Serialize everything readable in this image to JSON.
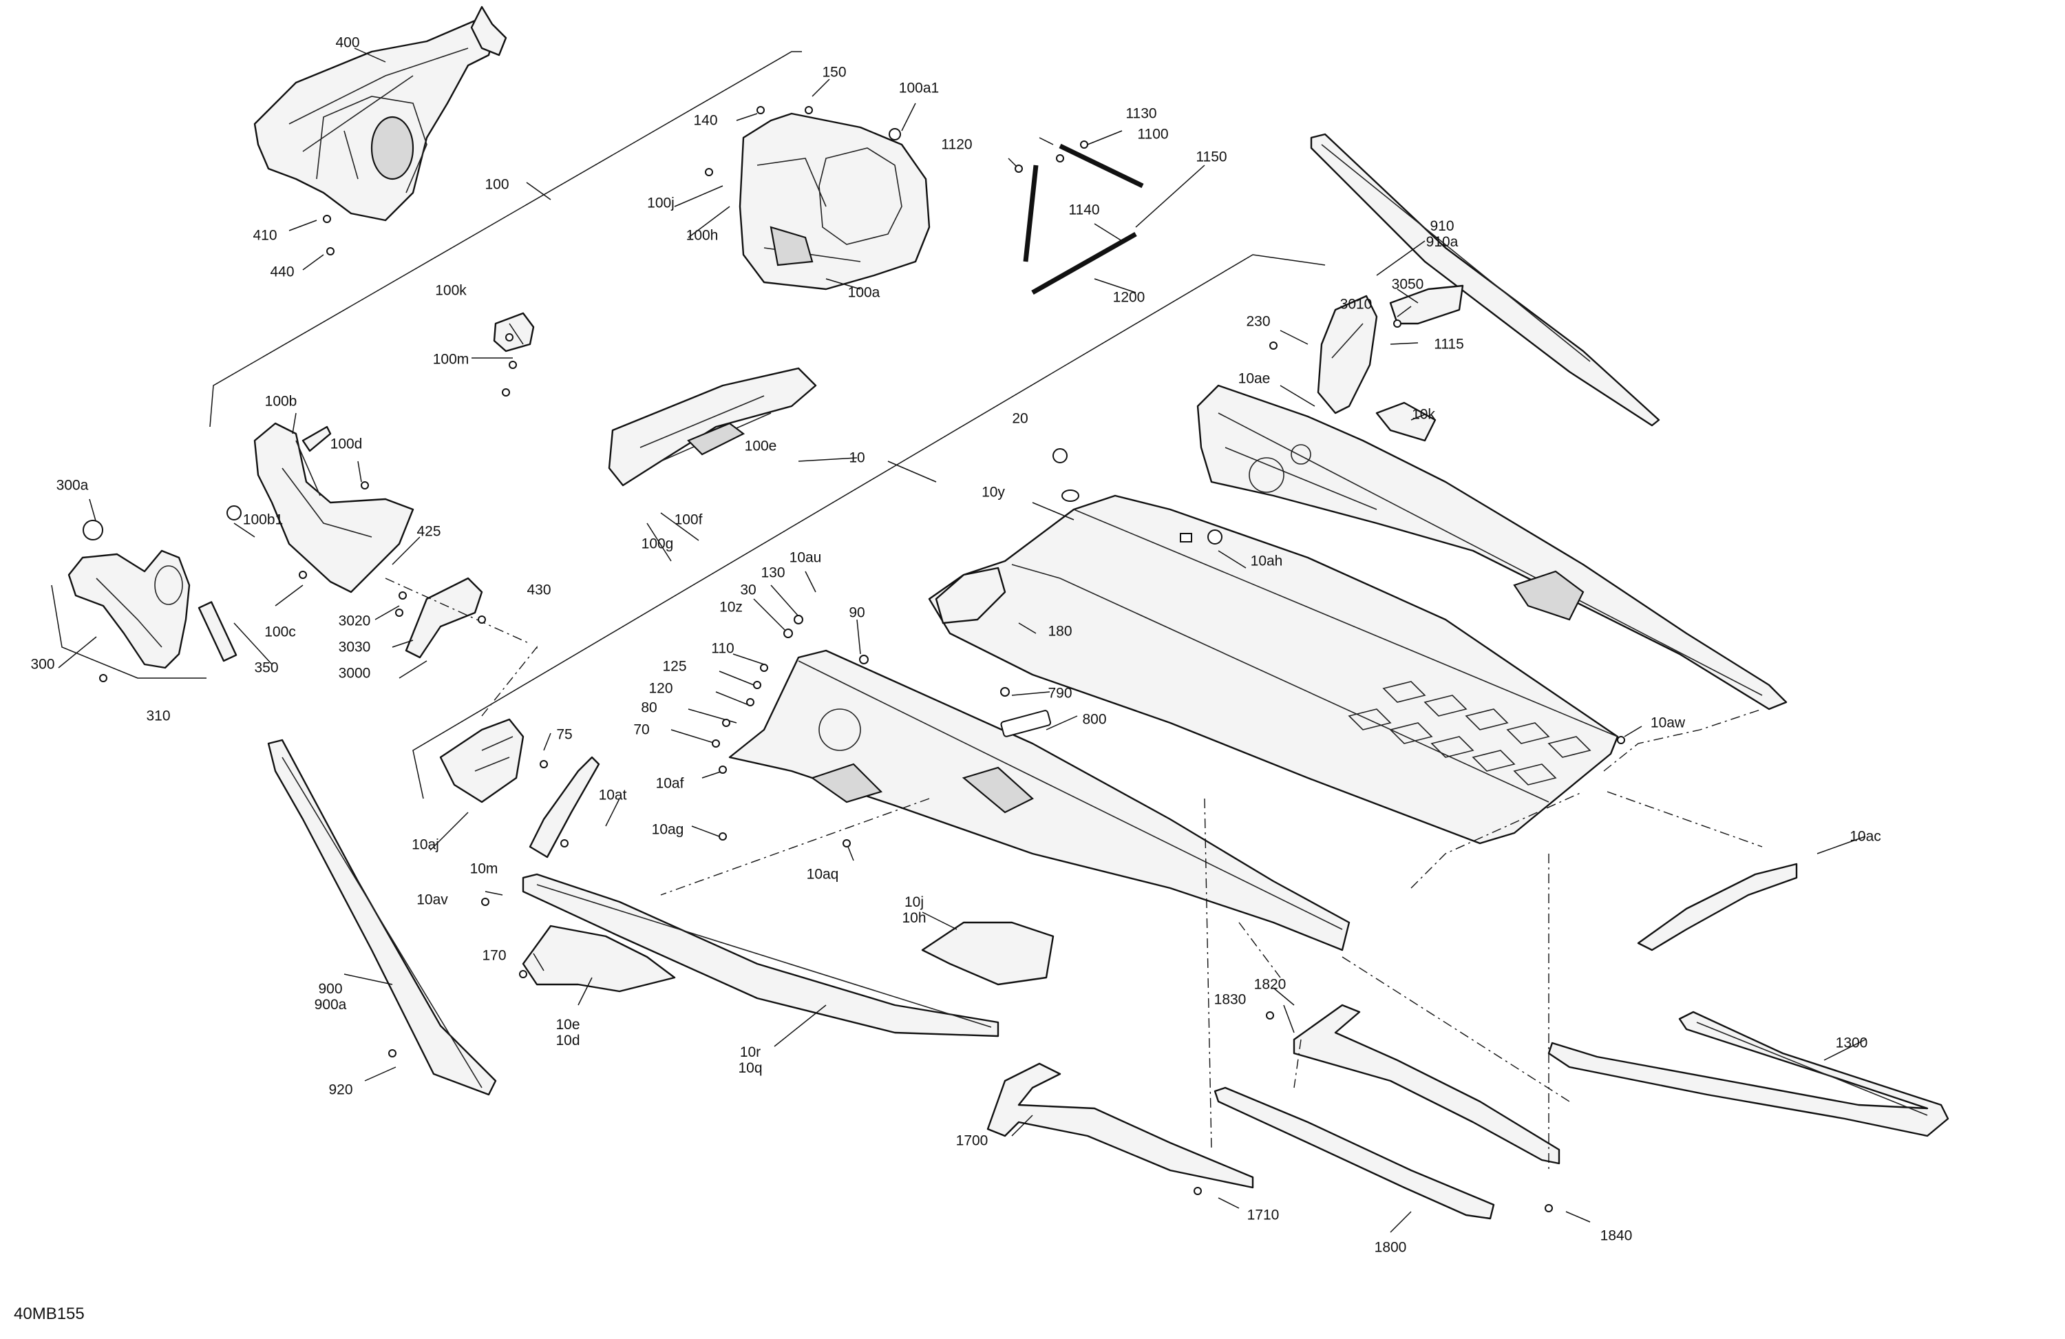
{
  "diagram_id": "40MB155",
  "callouts": [
    "400",
    "150",
    "100a1",
    "1130",
    "1120",
    "1100",
    "140",
    "100",
    "100j",
    "1140",
    "1150",
    "100h",
    "410",
    "100a",
    "440",
    "1200",
    "910",
    "910a",
    "3050",
    "230",
    "3010",
    "100k",
    "1115",
    "100m",
    "10ae",
    "10k",
    "100b",
    "100e",
    "20",
    "100d",
    "10",
    "10y",
    "300a",
    "100f",
    "100b1",
    "10ah",
    "425",
    "100g",
    "10au",
    "130",
    "30",
    "10z",
    "90",
    "430",
    "3020",
    "100c",
    "180",
    "3030",
    "300",
    "350",
    "3000",
    "110",
    "125",
    "310",
    "790",
    "120",
    "800",
    "80",
    "10aw",
    "70",
    "75",
    "10af",
    "10at",
    "10ac",
    "10ag",
    "10aj",
    "10aq",
    "10m",
    "10j",
    "10h",
    "10av",
    "170",
    "1820",
    "900",
    "900a",
    "1830",
    "10e",
    "10d",
    "10r",
    "10q",
    "1300",
    "920",
    "1700",
    "1710",
    "1840",
    "1800"
  ]
}
